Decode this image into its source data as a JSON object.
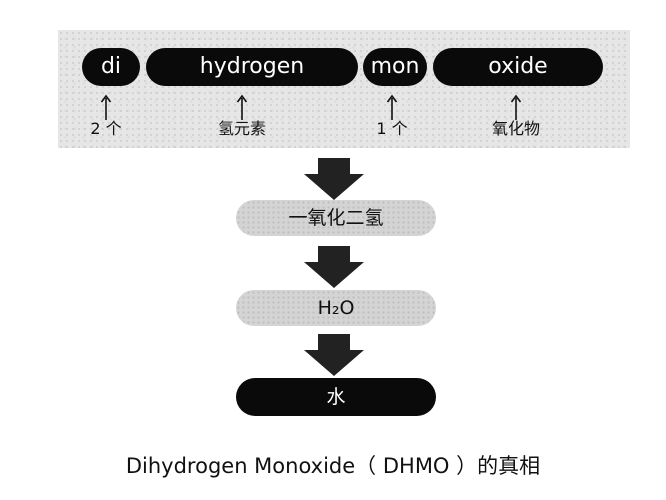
{
  "parts": [
    {
      "word": "di",
      "meaning": "2 个"
    },
    {
      "word": "hydrogen",
      "meaning": "氢元素"
    },
    {
      "word": "mon",
      "meaning": "1 个"
    },
    {
      "word": "oxide",
      "meaning": "氧化物"
    }
  ],
  "steps": [
    "一氧化二氢",
    "H₂O",
    "水"
  ],
  "caption": "Dihydrogen Monoxide（ DHMO ）的真相",
  "colors": {
    "black_pill": "#0a0a0a",
    "grey_pill": "#d4d4d4",
    "band": "#e6e6e6",
    "arrow": "#222222"
  }
}
